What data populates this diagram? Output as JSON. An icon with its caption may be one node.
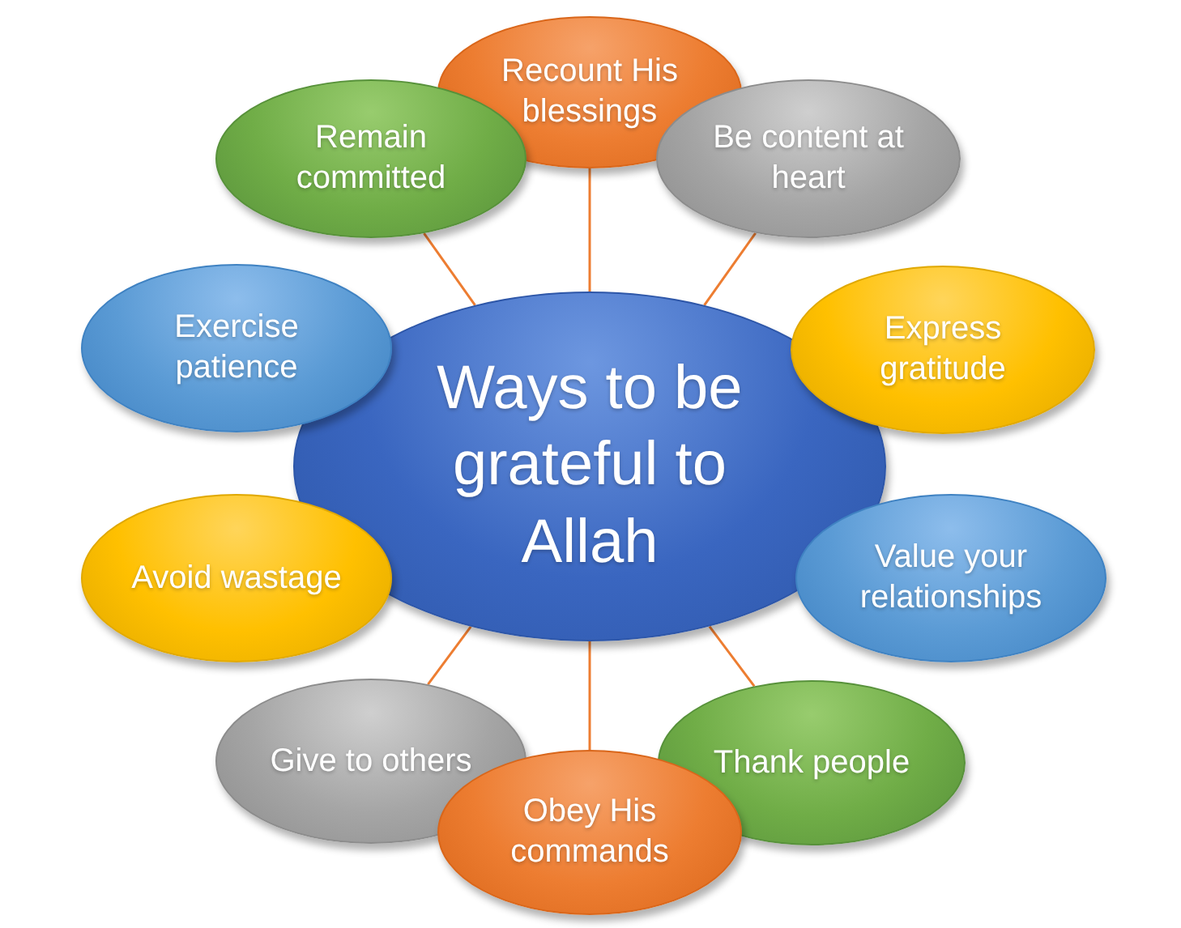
{
  "diagram": {
    "nodes": [
      {
        "text": [
          "Ways to be grateful to Allah"
        ]
      },
      {
        "text": [
          "Recount His blessings"
        ]
      },
      {
        "text": [
          "Be content at heart"
        ]
      },
      {
        "text": [
          "Express gratitude"
        ]
      },
      {
        "text": [
          "Value your relationships"
        ]
      },
      {
        "text": [
          "Thank people"
        ]
      },
      {
        "text": [
          "Obey His commands"
        ]
      },
      {
        "text": [
          "Give to others"
        ]
      },
      {
        "text": [
          "Avoid wastage"
        ]
      },
      {
        "text": [
          "Exercise patience"
        ]
      },
      {
        "text": [
          "Remain committed"
        ]
      }
    ],
    "edges": [
      {
        "from": 0,
        "to": 1,
        "arrow": "none"
      },
      {
        "from": 0,
        "to": 2,
        "arrow": "none"
      },
      {
        "from": 0,
        "to": 5,
        "arrow": "none"
      },
      {
        "from": 0,
        "to": 6,
        "arrow": "none"
      },
      {
        "from": 0,
        "to": 7,
        "arrow": "none"
      },
      {
        "from": 0,
        "to": 10,
        "arrow": "none"
      }
    ]
  }
}
